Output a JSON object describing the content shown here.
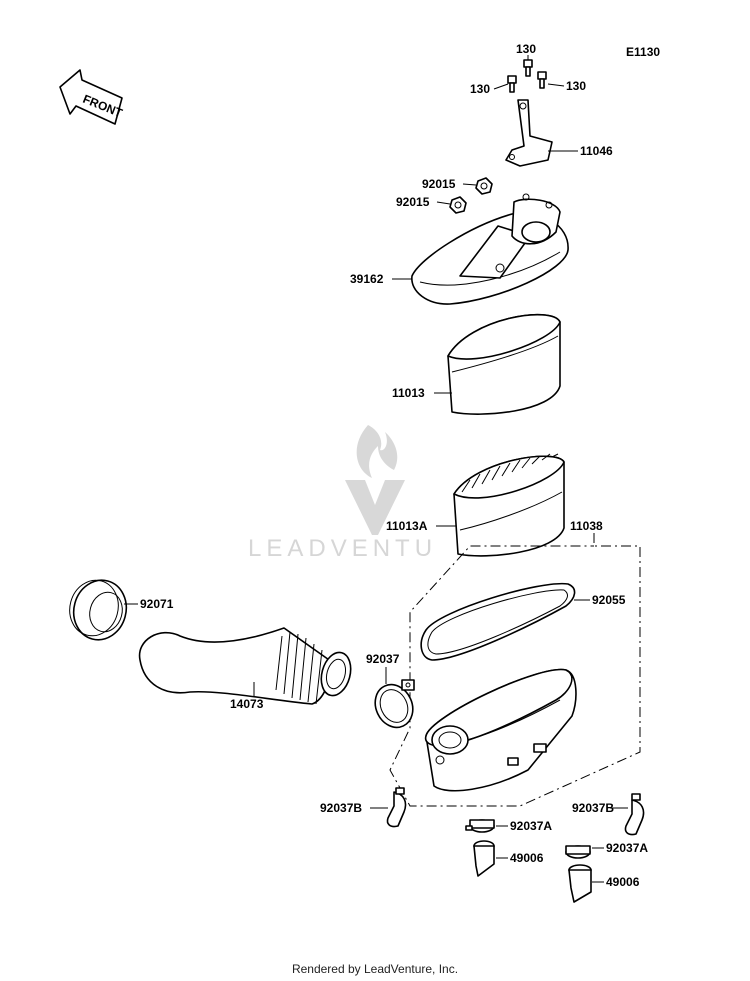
{
  "diagram_code": "E1130",
  "front_label": "FRONT",
  "watermark": "LEADVENTU",
  "footer": "Rendered by LeadVenture, Inc.",
  "parts": {
    "bolt_top": "130",
    "bolt_left": "130",
    "bolt_right": "130",
    "bracket": "11046",
    "nut_upper": "92015",
    "nut_lower": "92015",
    "cover": "39162",
    "element_foam": "11013",
    "element_paper": "11013A",
    "case_assy": "11038",
    "seal_ring": "92071",
    "gasket": "92055",
    "clamp": "92037",
    "duct": "14073",
    "clamp_b_left": "92037B",
    "clamp_b_right": "92037B",
    "clamp_a_left": "92037A",
    "clamp_a_right": "92037A",
    "drain_left": "49006",
    "drain_right": "49006"
  }
}
